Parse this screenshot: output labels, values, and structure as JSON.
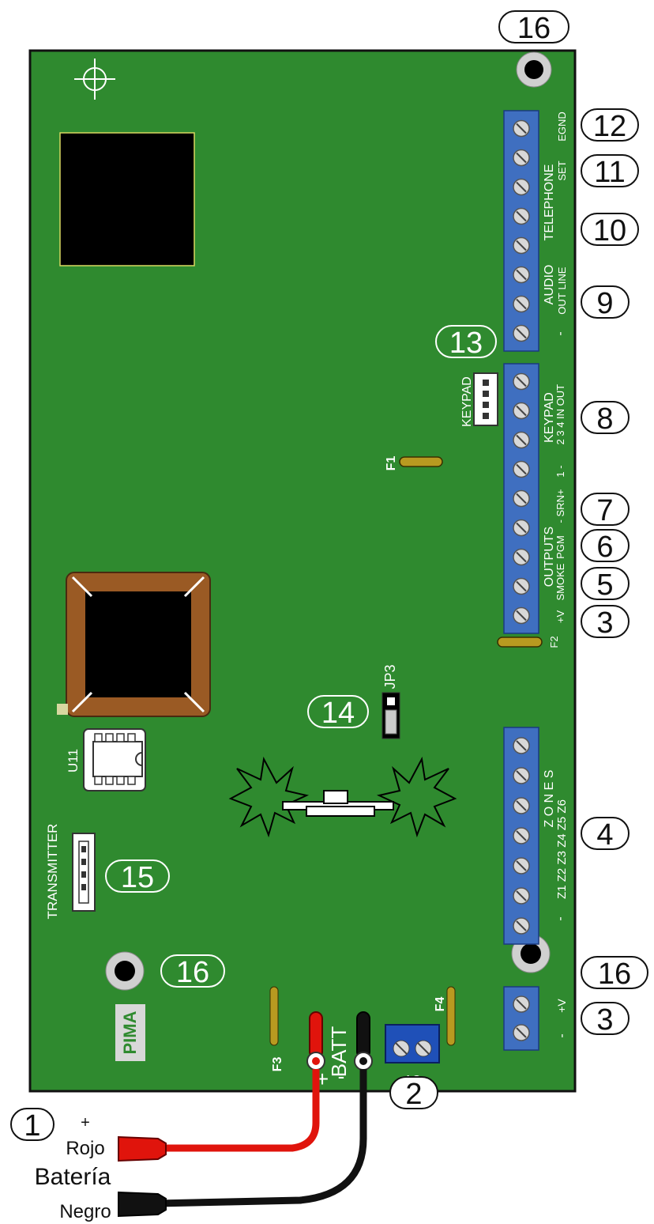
{
  "colors": {
    "board": "#2f8a2f",
    "board_edge": "#111111",
    "terminal_block": "#3f6fc0",
    "screw": "#d8d8d8",
    "fuse": "#b89a20",
    "wire_red": "#e0140c",
    "wire_black": "#111111",
    "transformer": "#9a5a24"
  },
  "callouts": {
    "c1": "1",
    "c2": "2",
    "c3a": "3",
    "c3b": "3",
    "c4": "4",
    "c5": "5",
    "c6": "6",
    "c7": "7",
    "c8": "8",
    "c9": "9",
    "c10": "10",
    "c11": "11",
    "c12": "12",
    "c13": "13",
    "c14": "14",
    "c15": "15",
    "c16a": "16",
    "c16b": "16",
    "c16c": "16"
  },
  "labels": {
    "egnd": "EGND",
    "set": "SET",
    "telephone": "TELEPHONE",
    "line": "LINE",
    "audio": "AUDIO",
    "out": "OUT",
    "minus_top": "-",
    "keypad_conn": "KEYPAD",
    "keypad_term": "KEYPAD",
    "in_out": "IN OUT",
    "k234": "2 3 4",
    "k1": "1 -",
    "srn": "- SRN+",
    "outputs": "OUTPUTS",
    "pgm": "PGM",
    "smoke": "SMOKE",
    "plusv_out": "+V",
    "f1": "F1",
    "f2": "F2",
    "f3": "F3",
    "f4": "F4",
    "jp3": "JP3",
    "u11": "U11",
    "transmitter": "TRANSMITTER",
    "zones": "Z O N E S",
    "zone_list": "Z1 Z2 Z3 Z4 Z5 Z6",
    "minus_zone": "-",
    "plusv_bottom": "+V",
    "minus_bottom": "-",
    "batt": "BATT",
    "batt_plus": "+",
    "batt_minus": "-",
    "ac": "AC",
    "logo": "PIMA",
    "plus_red": "+",
    "rojo": "Rojo",
    "bateria": "Batería",
    "negro": "Negro"
  }
}
